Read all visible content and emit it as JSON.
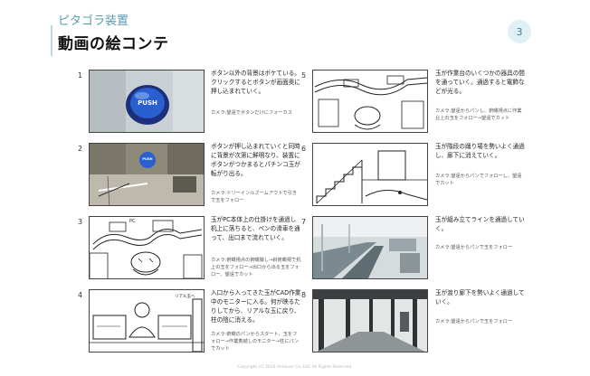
{
  "header": {
    "kicker": "ピタゴラ装置",
    "title": "動画の絵コンテ",
    "page_number": "3"
  },
  "scenes": [
    {
      "num": "1",
      "desc": "ボタン以外の背景はボケている。クリックするとボタンが画面奥に押し込まれていく。",
      "camera": "カメラ:望遠でボタンだけにフォーカス",
      "button_text": "PUSH"
    },
    {
      "num": "2",
      "desc": "ボタンが押し込まれていくと同時に背景が次第に鮮明なり、装置にボタンがつかまるとパチンコ玉が転がり出る。",
      "camera": "カメラ:ドリーインルズームアウトで引きで玉をフォロー",
      "button_text": "PUSH"
    },
    {
      "num": "3",
      "desc": "玉がPC本体上の仕掛けを通過し机上に落ちると、ペンの滑車を通って、出口まで流れていく。",
      "camera": "カメラ:俯瞰視点の俯瞰撮し→斜俯瞰視で机上の玉をフォロー→出口から出る玉をフォロー、望遠でカット",
      "sketch_label": "PC"
    },
    {
      "num": "4",
      "desc": "入口から入ってきた玉がCAD作業中のモニターに入る。何が映るたりしてから、リアルな玉に戻り、柱の陰に消える。",
      "camera": "カメラ:俯瞰のパンからスタート、玉をフォロー→作業着越しのモニター→柱にパンでカット",
      "sketch_label": "リアル玉へ"
    },
    {
      "num": "5",
      "desc": "玉が作業台のいくつかの器具の間を通っていく。通過すると電飾などが光る。",
      "camera": "カメラ:望遠からパンし、俯瞰視点に作業台上の玉をフォロー→望遠でカット"
    },
    {
      "num": "6",
      "desc": "玉が階段の踊り場を勢いよく通過し、廊下に消えていく。",
      "camera": "カメラ:望遠からパンでフォローし、望遠でカット"
    },
    {
      "num": "7",
      "desc": "玉が組み立てラインを通過していく。",
      "camera": "カメラ:望遠からパンで玉をフォロー"
    },
    {
      "num": "8",
      "desc": "玉が渡り廊下を勢いよく通過していく。",
      "camera": "カメラ:望遠からパンで玉をフォロー"
    }
  ],
  "footer": {
    "copyright": "Copyright (c) 2016 Unilever Co.,Ltd. All Rights Reserved."
  }
}
